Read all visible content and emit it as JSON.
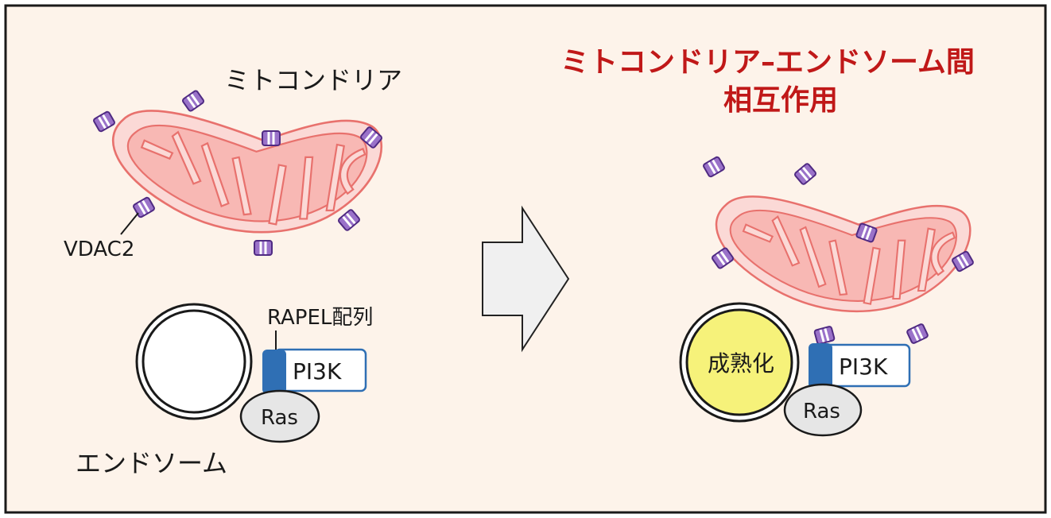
{
  "labels": {
    "mitochondria": "ミトコンドリア",
    "vdac2": "VDAC2",
    "rapel": "RAPEL配列",
    "pi3k_left": "PI3K",
    "ras_left": "Ras",
    "endosome": "エンドソーム",
    "title_line1": "ミトコンドリア–エンドソーム間",
    "title_line2": "相互作用",
    "maturation": "成熟化",
    "pi3k_right": "PI3K",
    "ras_right": "Ras"
  },
  "colors": {
    "background": "#fdf3ea",
    "frame": "#1a1a1a",
    "mito_outer_fill": "#fbd9d6",
    "mito_stroke": "#e8716d",
    "mito_inner_fill": "#f8b8b4",
    "vdac_fill": "#9a72c9",
    "vdac_stroke": "#4f2a82",
    "title_red": "#c01818",
    "arrow_fill": "#f0f0f0",
    "arrow_stroke": "#222222",
    "rapel_blue": "#2f6fb4",
    "pi3k_border": "#2f6fb4",
    "ras_fill": "#e6e6e6",
    "matured_fill": "#f6f27a"
  },
  "icons": {
    "arrow": "right-arrow-icon",
    "vdac": "vdac2-channel-icon"
  }
}
